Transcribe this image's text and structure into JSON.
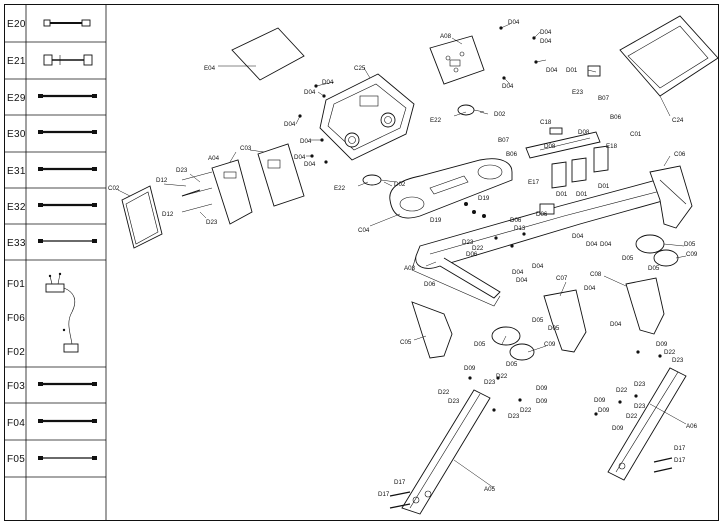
{
  "legend": {
    "codes": [
      "E20",
      "E21",
      "E29",
      "E30",
      "E31",
      "E32",
      "E33",
      "F01",
      "F06",
      "F02",
      "F03",
      "F04",
      "F05"
    ]
  },
  "labels": {
    "E04": "E04",
    "C25": "C25",
    "D04": "D04",
    "D19": "D19",
    "D06": "D06",
    "D13": "D13",
    "D23": "D23",
    "D22": "D22",
    "D12": "D12",
    "D02": "D02",
    "D01": "D01",
    "D05": "D05",
    "D17": "D17",
    "D09": "D09",
    "A08": "A08",
    "A04": "A04",
    "A03": "A03",
    "A05": "A05",
    "A06": "A06",
    "C02": "C02",
    "C03": "C03",
    "C04": "C04",
    "C05": "C05",
    "C06": "C06",
    "C07": "C07",
    "C08": "C08",
    "C09": "C09",
    "C18": "C18",
    "C24": "C24",
    "E22": "E22",
    "E23": "E23",
    "E17": "E17",
    "E18": "E18",
    "B06": "B06",
    "B07": "B07",
    "B08": "B08",
    "D08": "D08",
    "C01": "C01"
  },
  "colors": {
    "line": "#111111",
    "background": "#ffffff"
  }
}
